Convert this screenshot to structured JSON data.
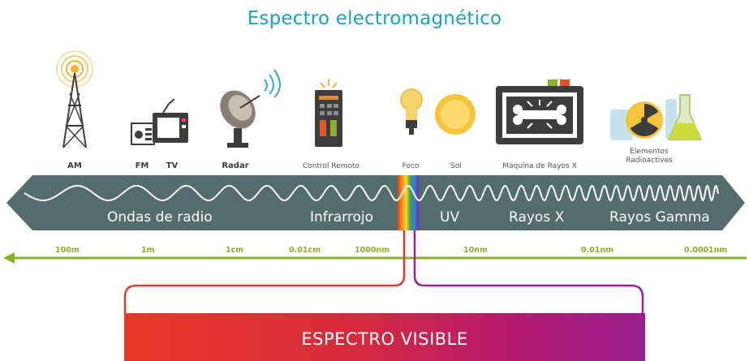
{
  "title": "Espectro electromagnético",
  "sources": {
    "am": "AM",
    "fm": "FM",
    "tv": "TV",
    "radar": "Radar",
    "control_remoto": "Control Remoto",
    "foco": "Foco",
    "sol": "Sol",
    "maquina": "Máquina de Rayos X",
    "elementos_1": "Elementos",
    "elementos_2": "Radioactivos"
  },
  "bands": {
    "radio": "Ondas de radio",
    "infrarrojo": "Infrarrojo",
    "uv": "UV",
    "rayos_x": "Rayos X",
    "gamma": "Rayos Gamma"
  },
  "wavelengths": [
    "100m",
    "1m",
    "1cm",
    "0.01cm",
    "1000nm",
    "10nm",
    "0.01nm",
    "0.0001nm"
  ],
  "visible_label": "ESPECTRO VISIBLE",
  "colors": {
    "title": "#16a3c8",
    "band": "#526d6b",
    "arrow": "#8ab12a",
    "visible_left": "#e83a26",
    "visible_right": "#98208e",
    "icon_dark": "#3d3d3d"
  },
  "icons": [
    "radio-tower-icon",
    "radio-icon",
    "tv-icon",
    "radar-dish-icon",
    "remote-control-icon",
    "light-bulb-icon",
    "sun-icon",
    "xray-machine-icon",
    "radioactive-icon",
    "flask-icon"
  ]
}
